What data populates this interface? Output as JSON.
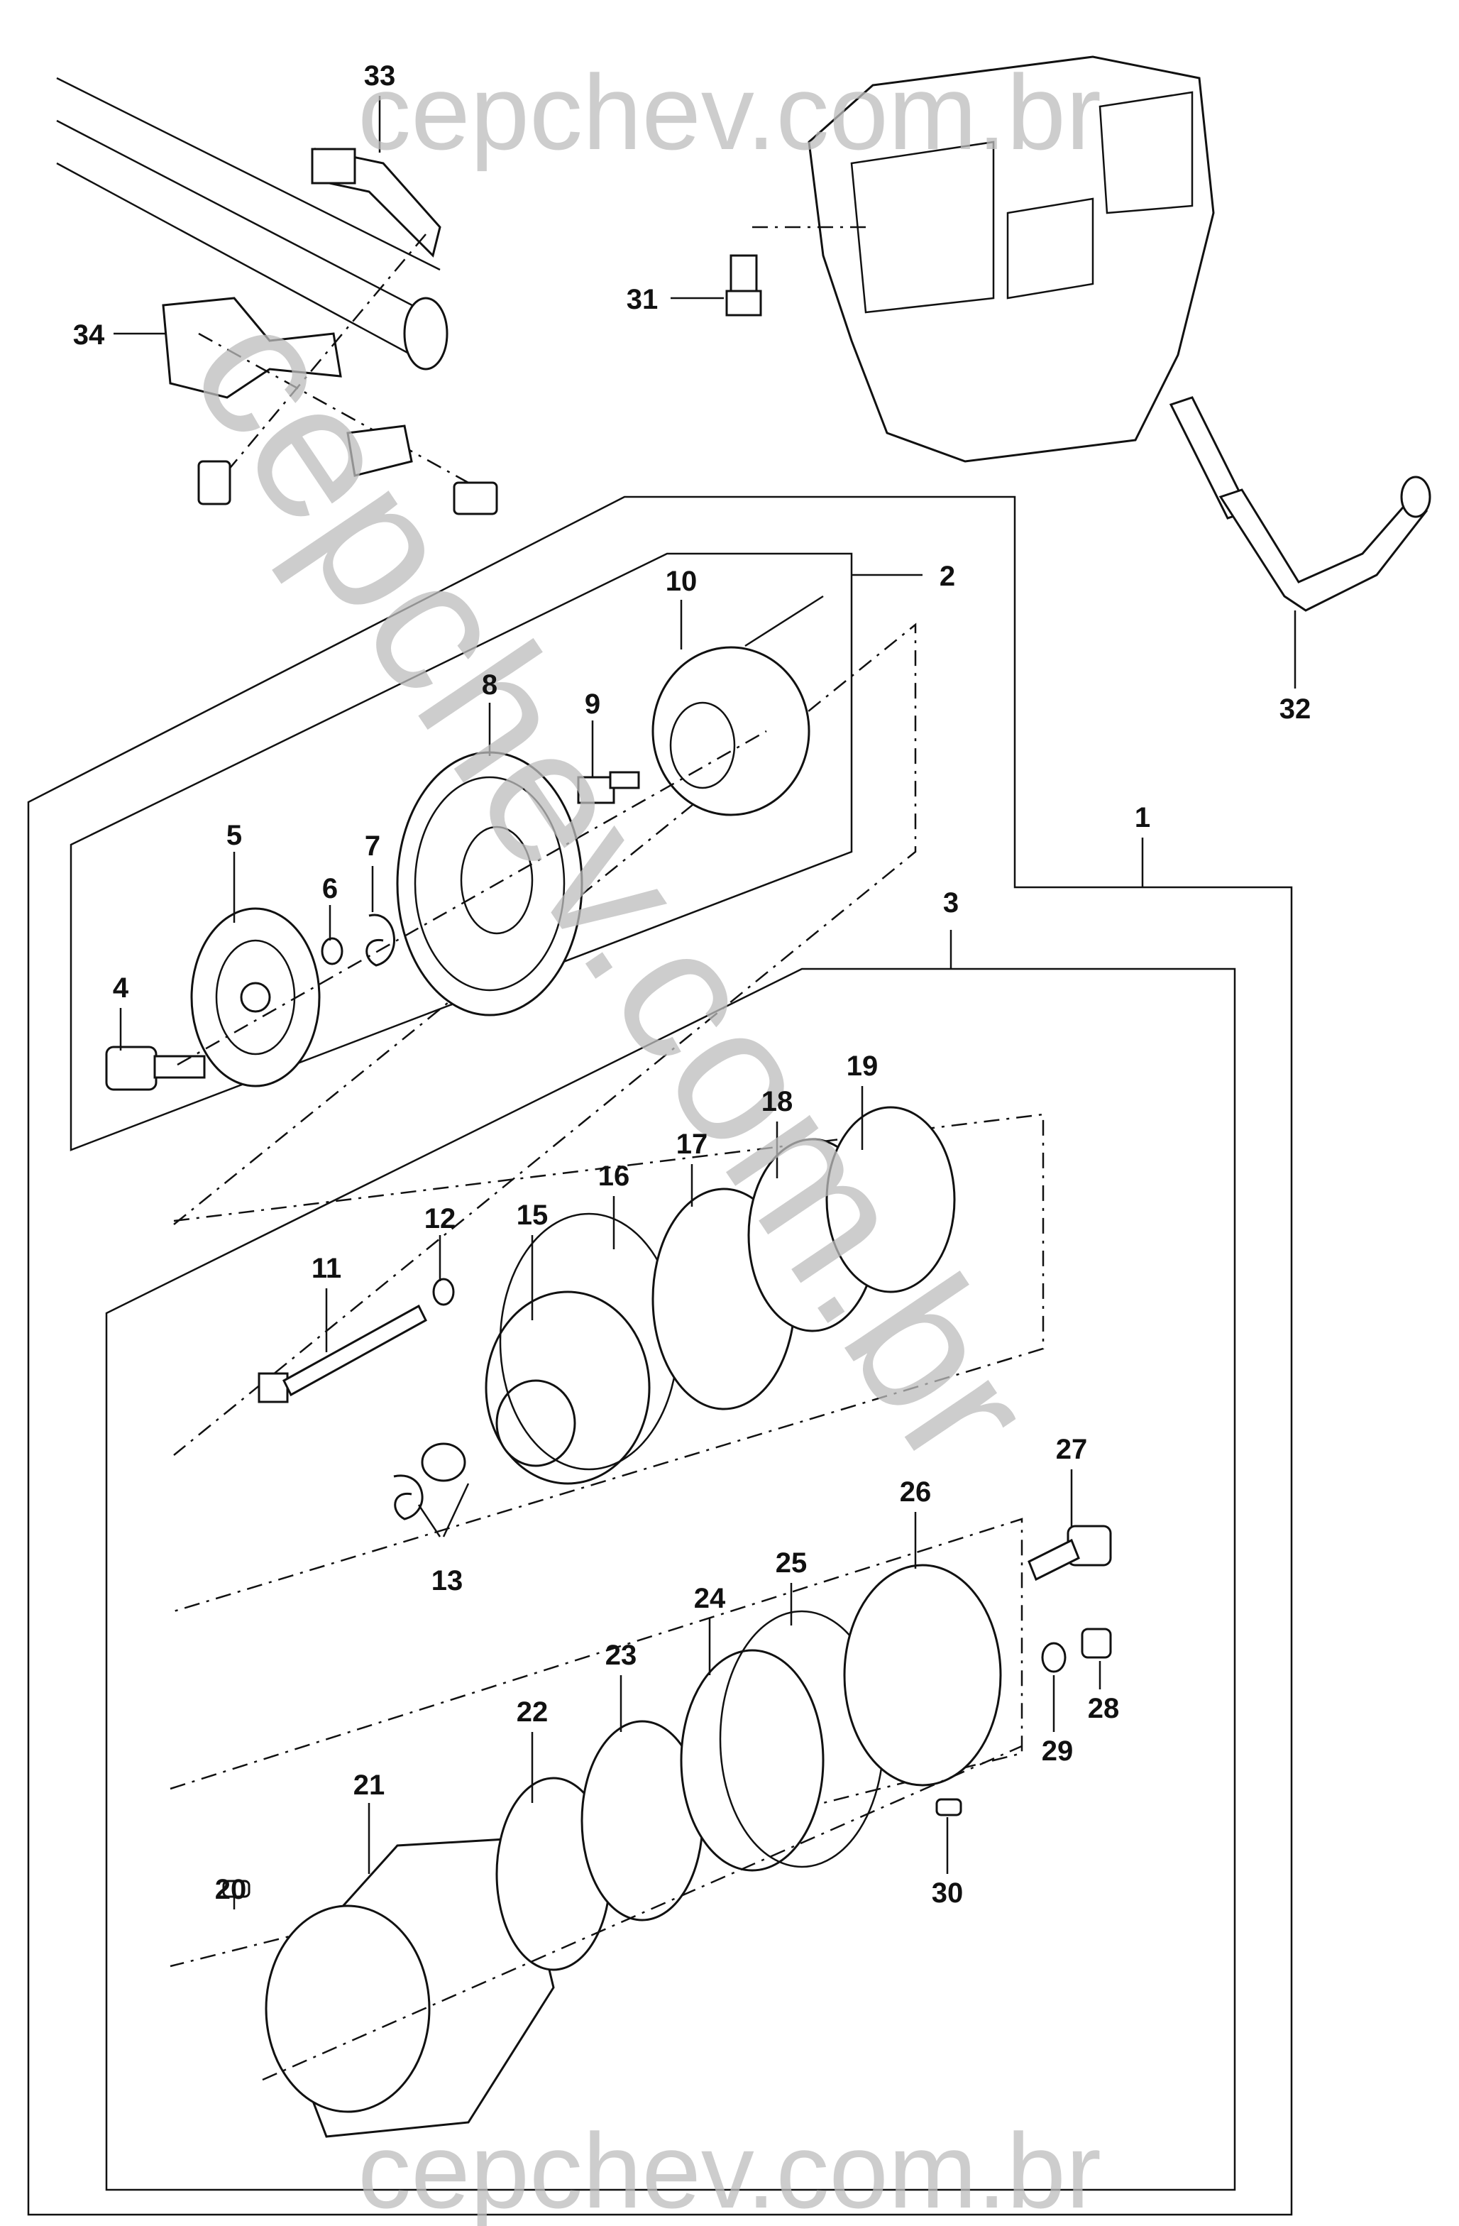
{
  "watermark": {
    "top": "cepchev.com.br",
    "bottom": "cepchev.com.br",
    "diagonal": "cepchev.com.br",
    "color": "#bdbdbd"
  },
  "callouts": [
    {
      "id": "1",
      "text": "1"
    },
    {
      "id": "2",
      "text": "2"
    },
    {
      "id": "3",
      "text": "3"
    },
    {
      "id": "4",
      "text": "4"
    },
    {
      "id": "5",
      "text": "5"
    },
    {
      "id": "6",
      "text": "6"
    },
    {
      "id": "7",
      "text": "7"
    },
    {
      "id": "8",
      "text": "8"
    },
    {
      "id": "9",
      "text": "9"
    },
    {
      "id": "10",
      "text": "10"
    },
    {
      "id": "11",
      "text": "11"
    },
    {
      "id": "12",
      "text": "12"
    },
    {
      "id": "13",
      "text": "13"
    },
    {
      "id": "15",
      "text": "15"
    },
    {
      "id": "16",
      "text": "16"
    },
    {
      "id": "17",
      "text": "17"
    },
    {
      "id": "18",
      "text": "18"
    },
    {
      "id": "19",
      "text": "19"
    },
    {
      "id": "20",
      "text": "20"
    },
    {
      "id": "21",
      "text": "21"
    },
    {
      "id": "22",
      "text": "22"
    },
    {
      "id": "23",
      "text": "23"
    },
    {
      "id": "24",
      "text": "24"
    },
    {
      "id": "25",
      "text": "25"
    },
    {
      "id": "26",
      "text": "26"
    },
    {
      "id": "27",
      "text": "27"
    },
    {
      "id": "28",
      "text": "28"
    },
    {
      "id": "29",
      "text": "29"
    },
    {
      "id": "30",
      "text": "30"
    },
    {
      "id": "31",
      "text": "31"
    },
    {
      "id": "32",
      "text": "32"
    },
    {
      "id": "33",
      "text": "33"
    },
    {
      "id": "34",
      "text": "34"
    }
  ]
}
